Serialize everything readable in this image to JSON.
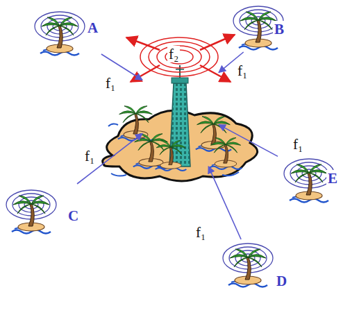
{
  "diagram": {
    "nodes": [
      {
        "text": [
          "A"
        ]
      },
      {
        "text": [
          "B"
        ]
      },
      {
        "text": [
          "f₂"
        ]
      },
      {
        "text": [
          "E"
        ]
      },
      {
        "text": [
          "C"
        ]
      },
      {
        "text": [
          "D"
        ]
      }
    ],
    "edges": [
      {
        "from": 0,
        "to": 2,
        "arrow": "to",
        "label": "f₁"
      },
      {
        "from": 1,
        "to": 2,
        "arrow": "to",
        "label": "f₁"
      },
      {
        "from": 3,
        "to": 2,
        "arrow": "to",
        "label": "f₁"
      },
      {
        "from": 4,
        "to": 2,
        "arrow": "to",
        "label": "f₁"
      },
      {
        "from": 5,
        "to": 2,
        "arrow": "to",
        "label": "f₁"
      }
    ]
  }
}
